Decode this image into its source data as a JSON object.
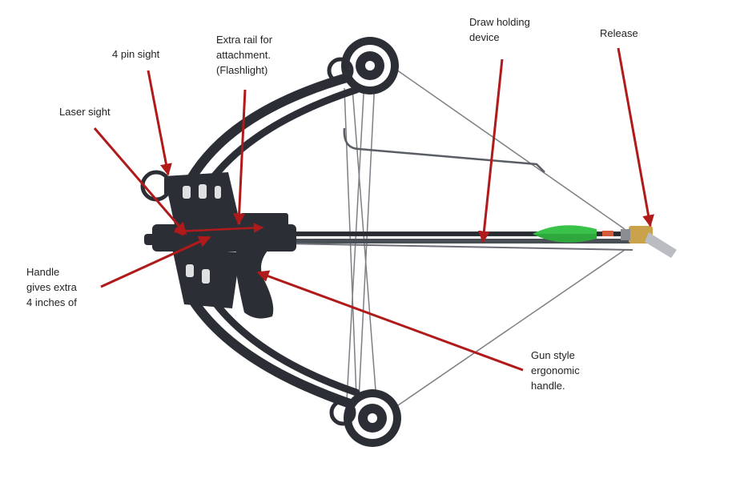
{
  "colors": {
    "arrow": "#b01a1a",
    "limb": "#2b2f35",
    "string": "#7c7f84",
    "fletching": "#39c24a",
    "release": "#c9a24b"
  },
  "labels": {
    "four_pin_sight": "4 pin sight",
    "extra_rail": [
      "Extra rail for",
      "attachment.",
      "(Flashlight)"
    ],
    "laser_sight": "Laser sight",
    "draw_holding": [
      "Draw holding",
      "device"
    ],
    "release": "Release",
    "handle": [
      "Handle",
      "gives extra",
      "4 inches of"
    ],
    "gun_handle": [
      "Gun style",
      "ergonomic",
      "handle."
    ]
  }
}
